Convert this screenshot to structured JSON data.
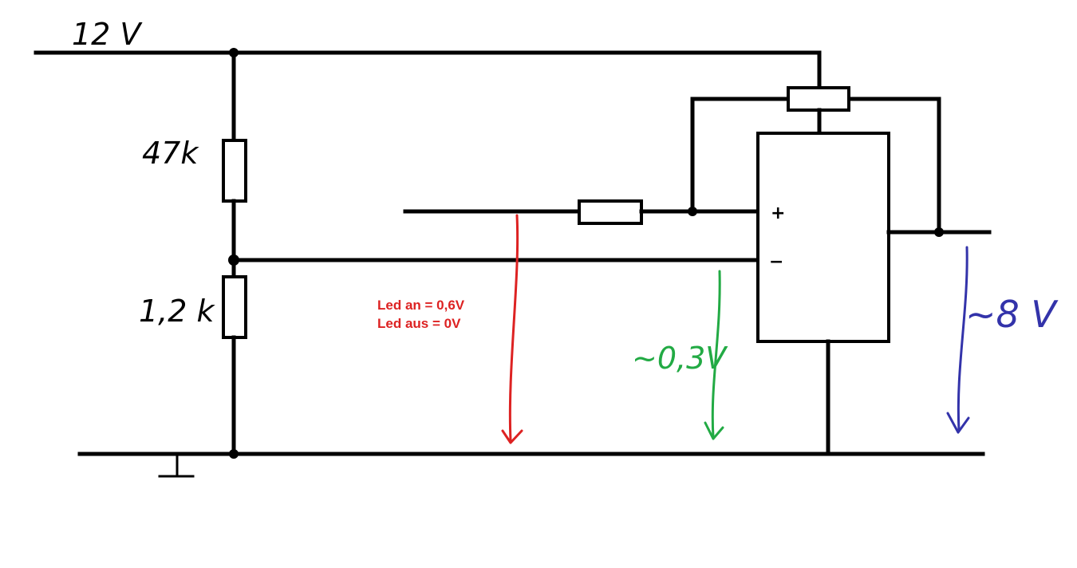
{
  "colors": {
    "wire": "#000000",
    "red": "#dd2222",
    "green": "#22aa44",
    "blue": "#3333aa"
  },
  "labels": {
    "supply": "12 V",
    "r_top": "47k",
    "r_bottom": "1,2 k",
    "opamp_plus": "+",
    "opamp_minus": "−",
    "led_on": "Led an = 0,6V",
    "led_off": "Led aus = 0V",
    "minus_input_voltage": "~0,3V",
    "output_voltage": "~8 V"
  }
}
